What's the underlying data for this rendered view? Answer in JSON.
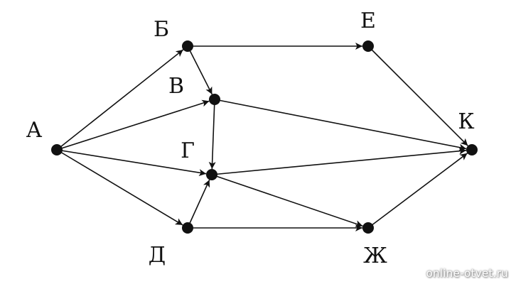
{
  "graph": {
    "nodes": [
      {
        "id": "A",
        "label": "А"
      },
      {
        "id": "B",
        "label": "Б"
      },
      {
        "id": "V",
        "label": "В"
      },
      {
        "id": "G",
        "label": "Г"
      },
      {
        "id": "D",
        "label": "Д"
      },
      {
        "id": "E",
        "label": "Е"
      },
      {
        "id": "Zh",
        "label": "Ж"
      },
      {
        "id": "K",
        "label": "К"
      }
    ],
    "edges": [
      {
        "from": "A",
        "to": "B"
      },
      {
        "from": "A",
        "to": "V"
      },
      {
        "from": "A",
        "to": "G"
      },
      {
        "from": "A",
        "to": "D"
      },
      {
        "from": "B",
        "to": "E"
      },
      {
        "from": "B",
        "to": "V"
      },
      {
        "from": "V",
        "to": "G"
      },
      {
        "from": "V",
        "to": "K"
      },
      {
        "from": "G",
        "to": "K"
      },
      {
        "from": "G",
        "to": "Zh"
      },
      {
        "from": "D",
        "to": "G"
      },
      {
        "from": "D",
        "to": "Zh"
      },
      {
        "from": "E",
        "to": "K"
      },
      {
        "from": "Zh",
        "to": "K"
      }
    ],
    "colors": {
      "stroke": "#111111",
      "node": "#111111"
    }
  },
  "watermark": "online-otvet.ru"
}
